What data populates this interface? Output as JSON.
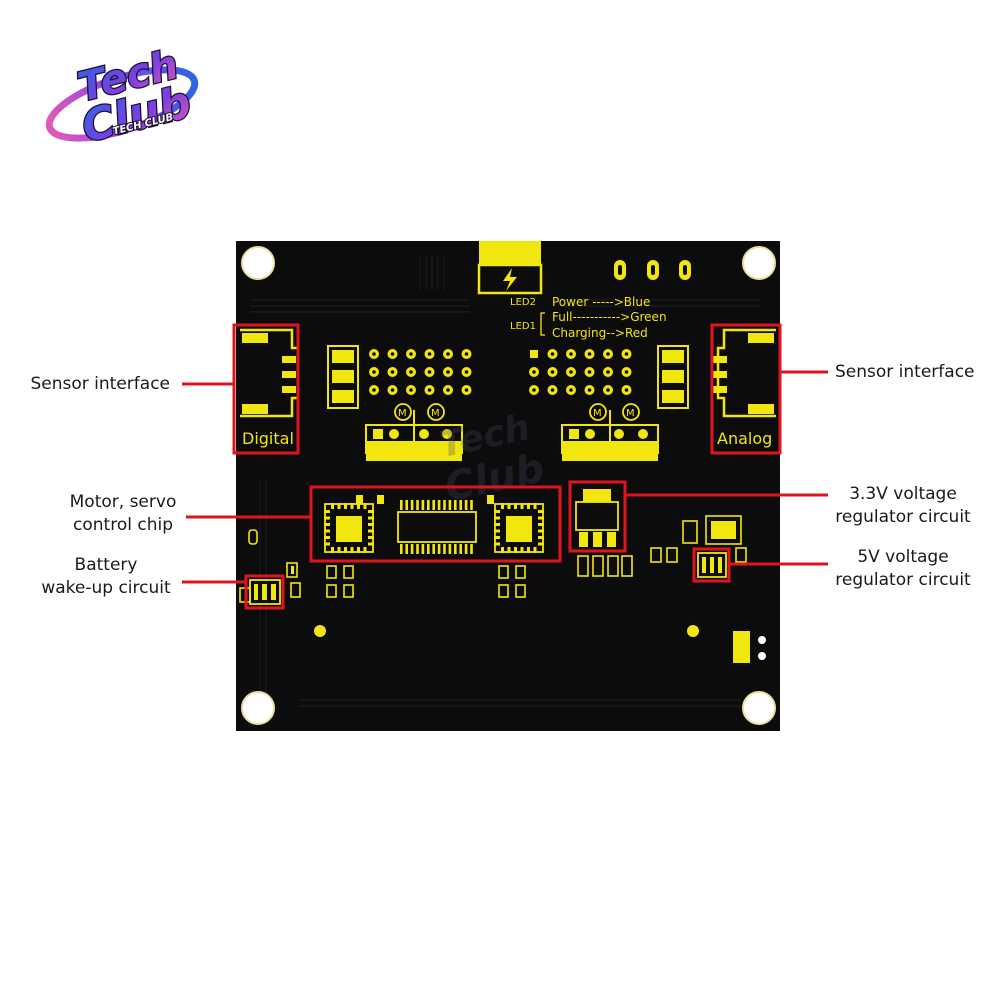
{
  "logo": {
    "line1": "Tech",
    "line2": "Club",
    "subline": "TECH CLUB"
  },
  "board": {
    "legend": {
      "led2": "LED2",
      "led1": "LED1",
      "power": "Power ----->Blue",
      "full": "Full----------->Green",
      "charging": "Charging-->Red"
    },
    "digital_label": "Digital",
    "analog_label": "Analog",
    "motor_symbol": "M",
    "watermark_top": "Tech",
    "watermark_bottom": "Club"
  },
  "callouts": {
    "sensor_left": "Sensor interface",
    "sensor_right": "Sensor interface",
    "motor_line1": "Motor, servo",
    "motor_line2": "control chip",
    "battery_line1": "Battery",
    "battery_line2": "wake-up circuit",
    "reg33_line1": "3.3V voltage",
    "reg33_line2": "regulator circuit",
    "reg5_line1": "5V voltage",
    "reg5_line2": "regulator circuit"
  },
  "colors": {
    "pcb": "#0c0c0c",
    "silkscreen": "#f2e60f",
    "highlight": "#e0141e",
    "logo_purple": "#7b3fe0",
    "logo_blue": "#2e63e6",
    "logo_pink": "#e05ab8"
  }
}
